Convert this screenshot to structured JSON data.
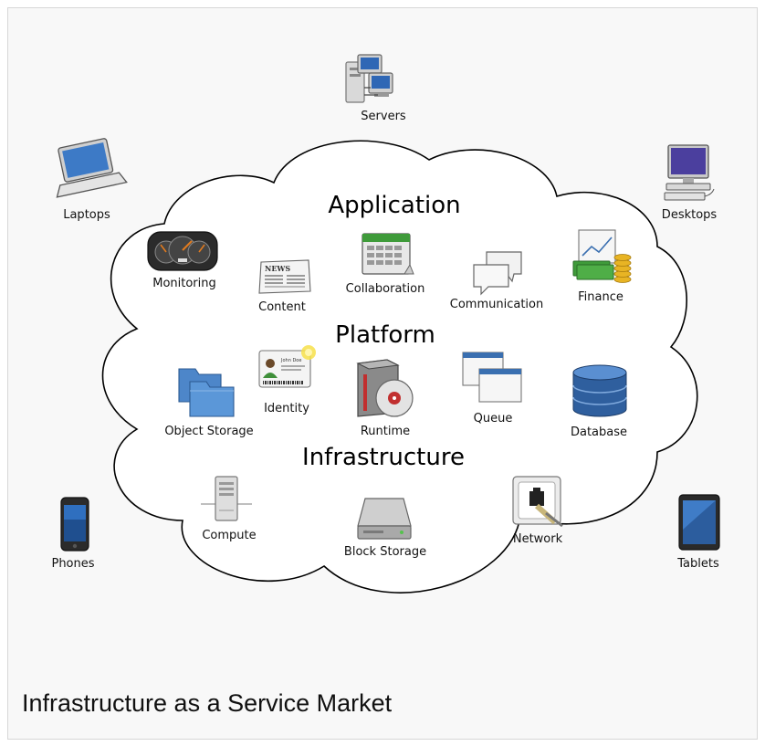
{
  "caption": "Infrastructure as a Service Market",
  "layers": {
    "application": "Application",
    "platform": "Platform",
    "infrastructure": "Infrastructure"
  },
  "clients": {
    "servers": "Servers",
    "laptops": "Laptops",
    "desktops": "Desktops",
    "phones": "Phones",
    "tablets": "Tablets"
  },
  "application_items": {
    "monitoring": "Monitoring",
    "content": "Content",
    "collaboration": "Collaboration",
    "communication": "Communication",
    "finance": "Finance"
  },
  "platform_items": {
    "object_storage": "Object Storage",
    "identity": "Identity",
    "runtime": "Runtime",
    "queue": "Queue",
    "database": "Database"
  },
  "infrastructure_items": {
    "compute": "Compute",
    "block_storage": "Block Storage",
    "network": "Network"
  },
  "icon_text": {
    "news": "NEWS",
    "john_doe": "John Doe"
  },
  "colors": {
    "cloud_fill": "#ffffff",
    "cloud_stroke": "#000000",
    "frame_bg": "#f8f8f8",
    "accent_blue": "#3a6fb0",
    "accent_green": "#3f9b3a"
  }
}
